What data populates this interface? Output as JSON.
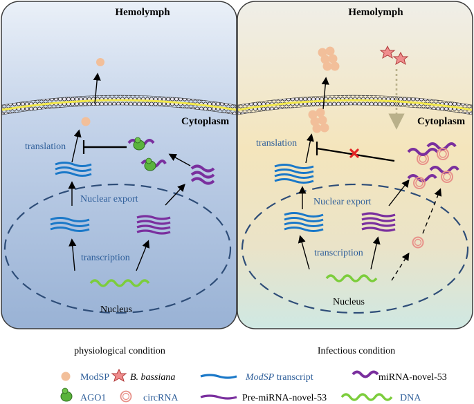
{
  "left_panel": {
    "title": "Hemolymph",
    "cytoplasm_label": "Cytoplasm",
    "translation_label": "translation",
    "nuclear_export_label": "Nuclear export",
    "transcription_label": "transcription",
    "nucleus_label": "Nucleus",
    "caption": "physiological condition"
  },
  "right_panel": {
    "title": "Hemolymph",
    "cytoplasm_label": "Cytoplasm",
    "translation_label": "translation",
    "nuclear_export_label": "Nuclear export",
    "transcription_label": "transcription",
    "nucleus_label": "Nucleus",
    "caption": "Infectious condition"
  },
  "legend": {
    "modsp": "ModSP",
    "b_bassiana": "B. bassiana",
    "modsp_transcript_italic": "ModSP",
    "modsp_transcript_rest": " transcript",
    "mirna": "miRNA-novel-53",
    "ago1": "AGO1",
    "circrna": "circRNA",
    "pre_mirna": "Pre-miRNA-novel-53",
    "dna": "DNA"
  },
  "colors": {
    "left_bg_top": "#e9eff8",
    "left_bg_bottom": "#9db5d7",
    "right_bg_top": "#f2efe3",
    "right_bg_mid": "#f3e5bf",
    "right_bg_bottom": "#d9ece6",
    "membrane_yellow": "#f2e84a",
    "transcript_blue": "#1a78c8",
    "mirna_purple": "#7a2f9e",
    "dna_green": "#7ccd3c",
    "modsp_peach": "#f2bf9a",
    "circrna_pink": "#e8928a",
    "star_pink": "#ef8d8d",
    "inhibit_red": "#e32424",
    "nucleus_dash": "#2e4d78"
  }
}
